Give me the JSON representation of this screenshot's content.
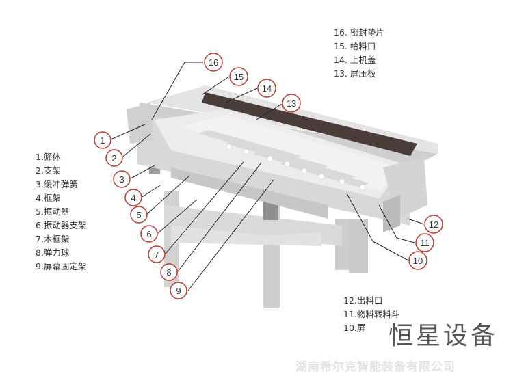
{
  "legend_left": [
    "1.筛体",
    "2.支架",
    "3.缓冲弹簧",
    "4.框架",
    "5.振动器",
    "6.振动器支架",
    "7.木框架",
    "8.弹力球",
    "9.屏幕固定架"
  ],
  "legend_top": [
    "16. 密封垫片",
    "15. 给料口",
    "14. 上机盖",
    "13. 屏压板"
  ],
  "legend_bottom": [
    "12.出料口",
    "11.物料转料斗",
    "10.屏"
  ],
  "brand": "恒星设备",
  "company": "湖南希尔克智能装备有限公司",
  "callouts": [
    "1",
    "2",
    "3",
    "4",
    "5",
    "6",
    "7",
    "8",
    "9",
    "10",
    "11",
    "12",
    "13",
    "14",
    "15",
    "16"
  ],
  "colors": {
    "callout_circle": "#c0392b",
    "frame": "#d5d5d5",
    "dark_cover": "#4a3c38"
  }
}
